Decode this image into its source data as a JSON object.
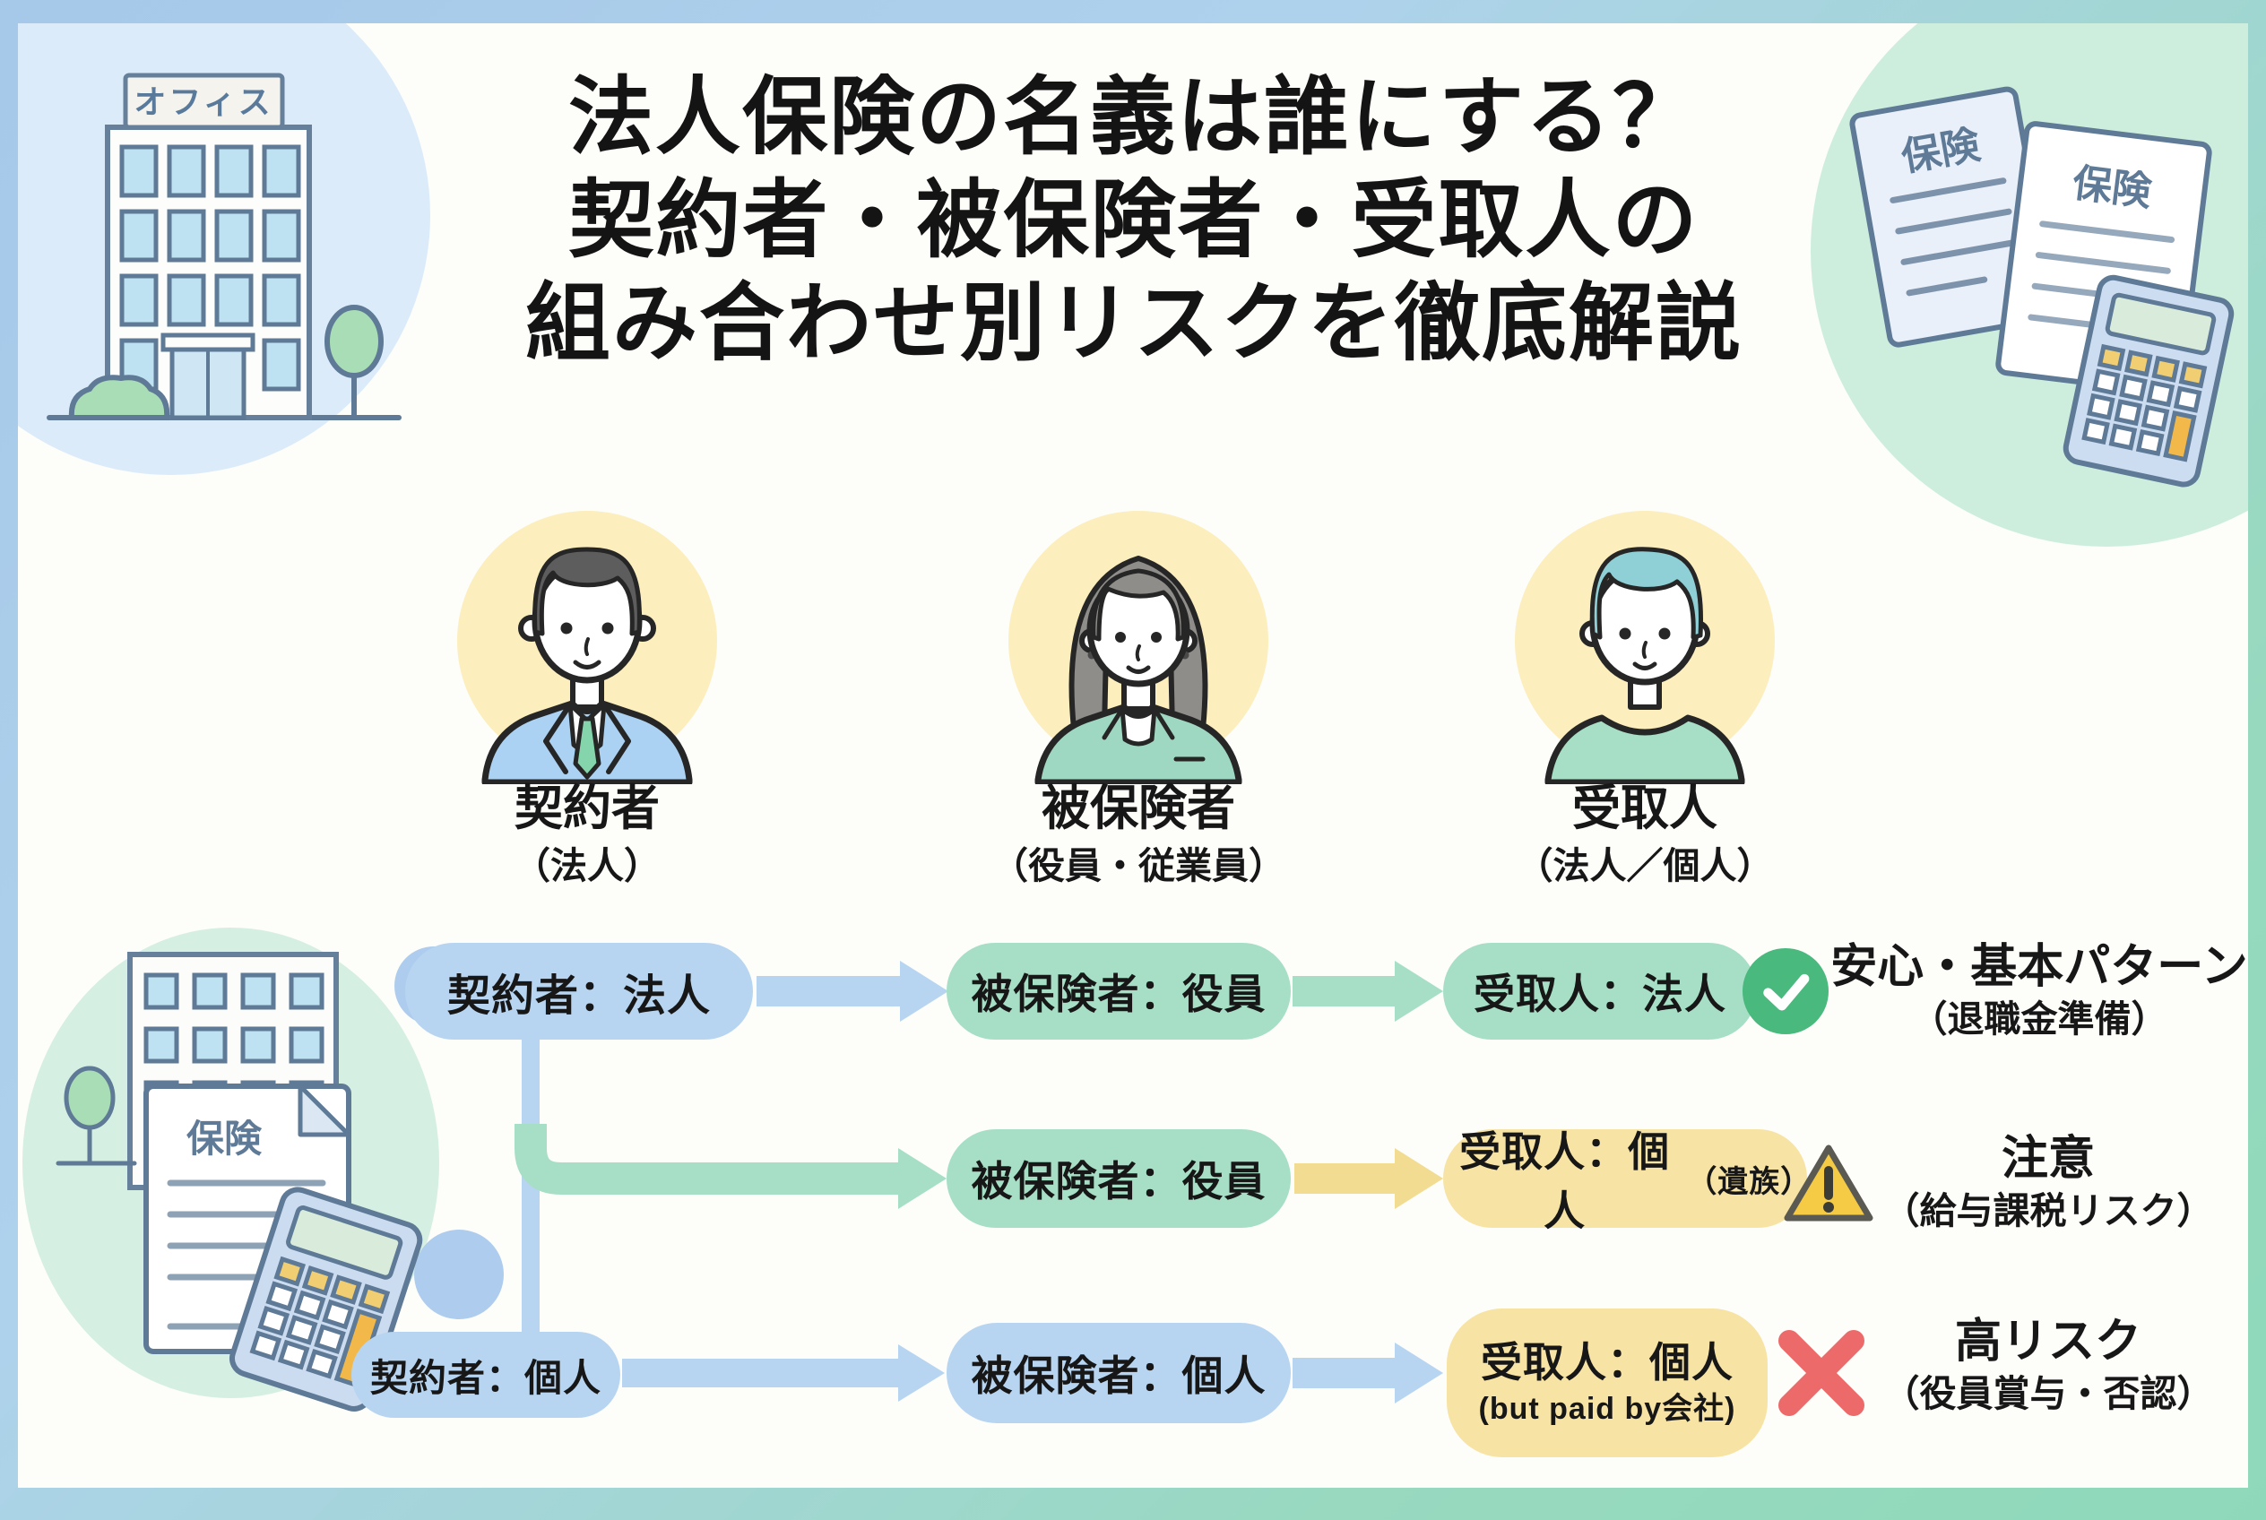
{
  "title": {
    "line1": "法人保険の名義は誰にする？",
    "line2": "契約者・被保険者・受取人の",
    "line3": "組み合わせ別リスクを徹底解説"
  },
  "roles": [
    {
      "name": "契約者",
      "sub": "（法人）"
    },
    {
      "name": "被保険者",
      "sub": "（役員・従業員）"
    },
    {
      "name": "受取人",
      "sub": "（法人／個人）"
    }
  ],
  "flow": {
    "r1": {
      "pill1": "契約者：法人",
      "pill2": "被保険者：役員",
      "pill3": "受取人：法人",
      "icon": "check-icon",
      "note1": "安心・基本パターン",
      "note2": "（退職金準備）"
    },
    "r2": {
      "pill2": "被保険者：役員",
      "pill3_main": "受取人：個人",
      "pill3_sub": "（遺族）",
      "icon": "warning-icon",
      "note1": "注意",
      "note2": "（給与課税リスク）"
    },
    "r3": {
      "pill1": "契約者：個人",
      "pill2": "被保険者：個人",
      "pill3_main": "受取人：個人",
      "pill3_sub": "(but paid by会社)",
      "icon": "cross-icon",
      "note1": "高リスク",
      "note2": "（役員賞与・否認）"
    }
  },
  "illustrations": {
    "office_sign": "オフィス",
    "insurance_doc_label": "保険"
  },
  "colors": {
    "pill_blue": "#b7d5f1",
    "pill_green": "#a6dfc6",
    "pill_yellow": "#f7e3a3",
    "arrow_yellow": "#f2dc92",
    "check_green": "#49b97d",
    "warning_yellow": "#f5ca45",
    "cross_red": "#ec6a6a",
    "frame_blue": "#a6c8e9",
    "frame_green": "#8fd9ba"
  }
}
